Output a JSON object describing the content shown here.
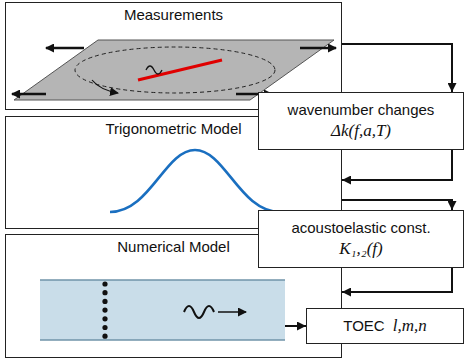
{
  "diagram": {
    "nodes": [
      {
        "text": [
          "Measurements"
        ]
      },
      {
        "text": [
          "Trigonometric Model"
        ]
      },
      {
        "text": [
          "Numerical Model"
        ]
      },
      {
        "text": [
          "wavenumber changes",
          "Δk(f,a,T)"
        ]
      },
      {
        "text": [
          "acoustoelastic const.",
          "K₁,₂(f)"
        ]
      },
      {
        "text": [
          "TOEC",
          "l,m,n"
        ]
      }
    ],
    "edges": [
      {
        "from": 0,
        "to": 3,
        "arrow": "to"
      },
      {
        "from": 3,
        "to": 1,
        "arrow": "to"
      },
      {
        "from": 1,
        "to": 4,
        "arrow": "to"
      },
      {
        "from": 4,
        "to": 2,
        "arrow": "to"
      },
      {
        "from": 2,
        "to": 5,
        "arrow": "to"
      }
    ]
  }
}
